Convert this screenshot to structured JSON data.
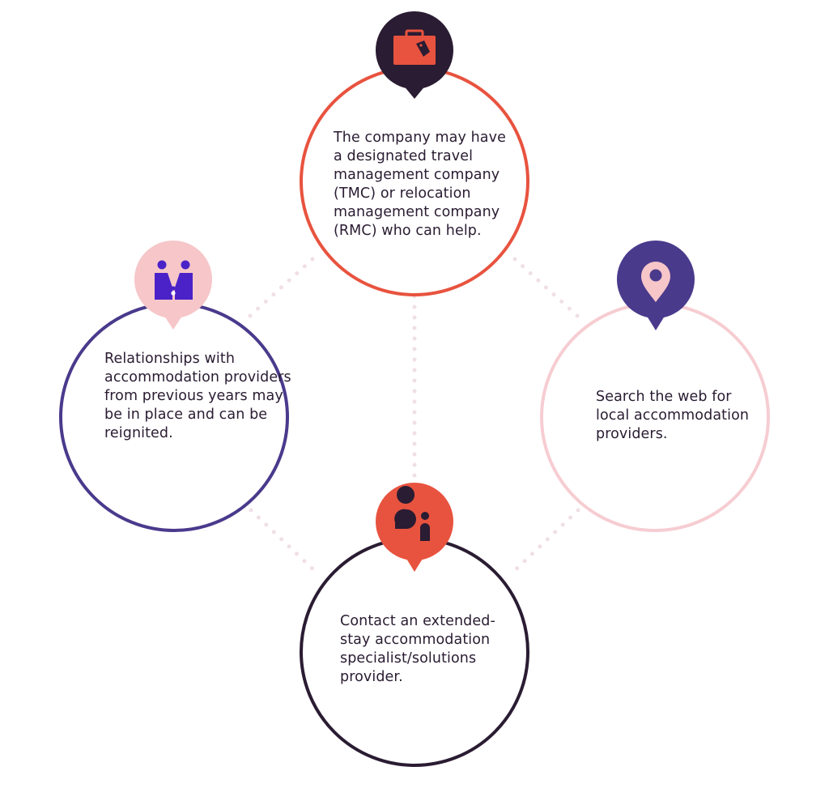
{
  "colors": {
    "text": "#2a1c32",
    "red": "#e8533f",
    "dark": "#2a1c32",
    "purple": "#4a3a8c",
    "violet": "#4a22c8",
    "pink": "#f6cdd2",
    "pink_icon": "#f6c6c9",
    "dots": "#f0dfe6"
  },
  "nodes": {
    "top": {
      "text": "The company may have a designated travel management company (TMC) or relocation management company (RMC) who can help.",
      "icon": "briefcase-icon"
    },
    "left": {
      "text": "Relationships with accommodation providers from previous years may be in place and can be reignited.",
      "icon": "people-handshake-icon"
    },
    "right": {
      "text": "Search the web for local accommodation providers.",
      "icon": "location-pin-icon"
    },
    "bottom": {
      "text": "Contact an extended-stay accommodation specialist/solutions provider.",
      "icon": "speech-person-icon"
    }
  }
}
